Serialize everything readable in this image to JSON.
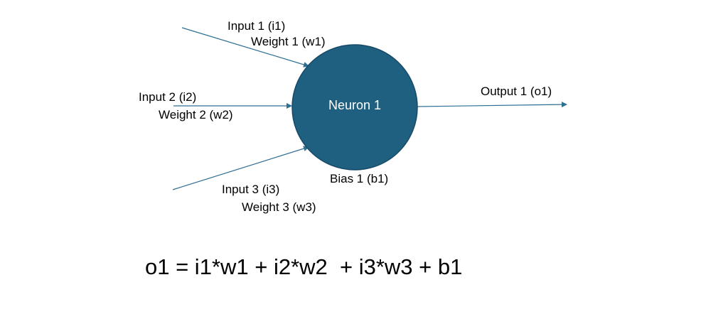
{
  "colors": {
    "neuron_fill": "#1f5f80",
    "neuron_stroke": "#174a66",
    "edge": "#2e6f92",
    "text": "#000000",
    "neuron_text": "#ffffff"
  },
  "neuron": {
    "label": "Neuron 1",
    "bias_label": "Bias 1 (b1)"
  },
  "inputs": [
    {
      "input_label": "Input 1 (i1)",
      "weight_label": "Weight 1 (w1)"
    },
    {
      "input_label": "Input 2 (i2)",
      "weight_label": "Weight 2 (w2)"
    },
    {
      "input_label": "Input 3 (i3)",
      "weight_label": "Weight 3 (w3)"
    }
  ],
  "output": {
    "label": "Output 1 (o1)"
  },
  "formula": "o1 = i1*w1 + i2*w2  + i3*w3 + b1"
}
